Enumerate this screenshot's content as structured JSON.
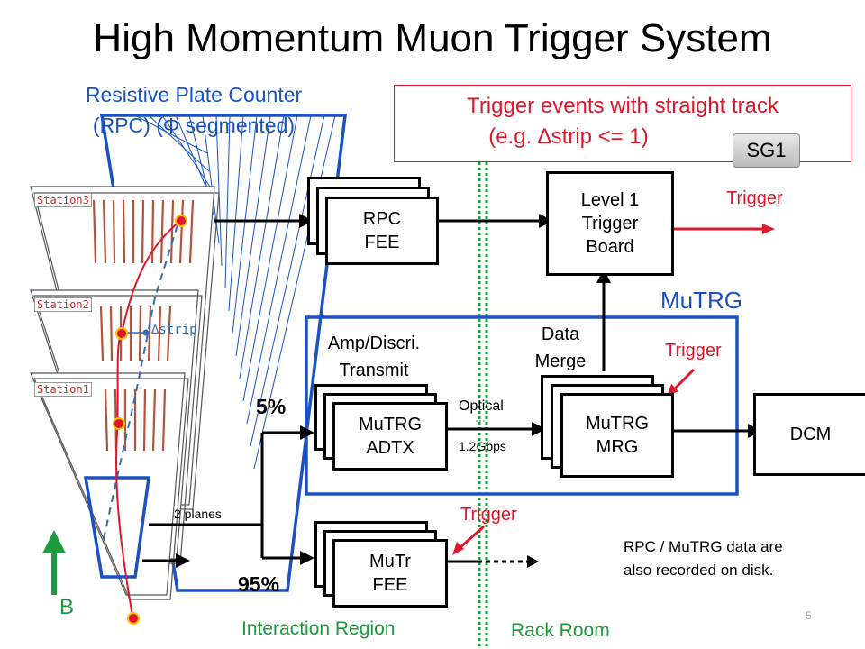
{
  "title": "High Momentum Muon Trigger System",
  "rpc_label": {
    "line1": "Resistive Plate Counter",
    "line2": "(RPC) (Φ segmented)"
  },
  "trigger_note": {
    "line1": "Trigger events with straight track",
    "line2": "(e.g. ∆strip <= 1)"
  },
  "sg1_button": "SG1",
  "stations": [
    "Station3",
    "Station2",
    "Station1"
  ],
  "strip_label": "∆strip",
  "rpc_fee": {
    "line1": "RPC",
    "line2": "FEE"
  },
  "level1_board": {
    "line1": "Level 1",
    "line2": "Trigger",
    "line3": "Board"
  },
  "trigger_labels": {
    "level1": "Trigger",
    "mrg": "Trigger",
    "mutr": "Trigger"
  },
  "mutrg_label": "MuTRG",
  "amp_label": {
    "line1": "Amp/Discri.",
    "line2": "Transmit"
  },
  "data_merge_label": {
    "line1": "Data",
    "line2": "Merge"
  },
  "adtx_box": {
    "line1": "MuTRG",
    "line2": "ADTX"
  },
  "mrg_box": {
    "line1": "MuTRG",
    "line2": "MRG"
  },
  "dcm_box": "DCM",
  "optical_label": "Optical",
  "rate_label": "1.2Gbps",
  "percent_5": "5%",
  "percent_95": "95%",
  "planes_label": "2 planes",
  "mutr_fee": {
    "line1": "MuTr",
    "line2": "FEE"
  },
  "disk_note": {
    "line1": "RPC / MuTRG data are",
    "line2": "also recorded on disk."
  },
  "b_label": "B",
  "region_labels": {
    "interaction": "Interaction Region",
    "rack": "Rack Room"
  },
  "page_number": "5",
  "colors": {
    "blue": "#1a52c4",
    "red": "#e0162b",
    "green": "#1d9a3e",
    "brown": "#b5523b"
  }
}
